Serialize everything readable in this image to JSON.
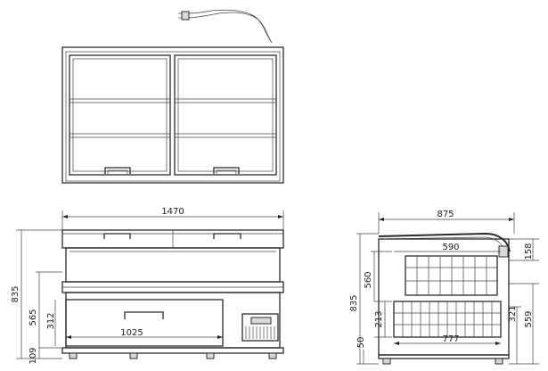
{
  "dimensions": {
    "width_overall": "1470",
    "height_overall_front": "835",
    "height_body_front": "565",
    "height_drawer": "312",
    "height_feet_front": "109",
    "width_drawer": "1025",
    "depth_overall": "875",
    "depth_inner_top": "590",
    "height_overall_side": "835",
    "height_upper_side": "560",
    "height_lower_side": "213",
    "height_feet_side": "50",
    "depth_bottom": "777",
    "height_lid": "158",
    "height_right_lower": "559",
    "height_right_mid": "321"
  }
}
